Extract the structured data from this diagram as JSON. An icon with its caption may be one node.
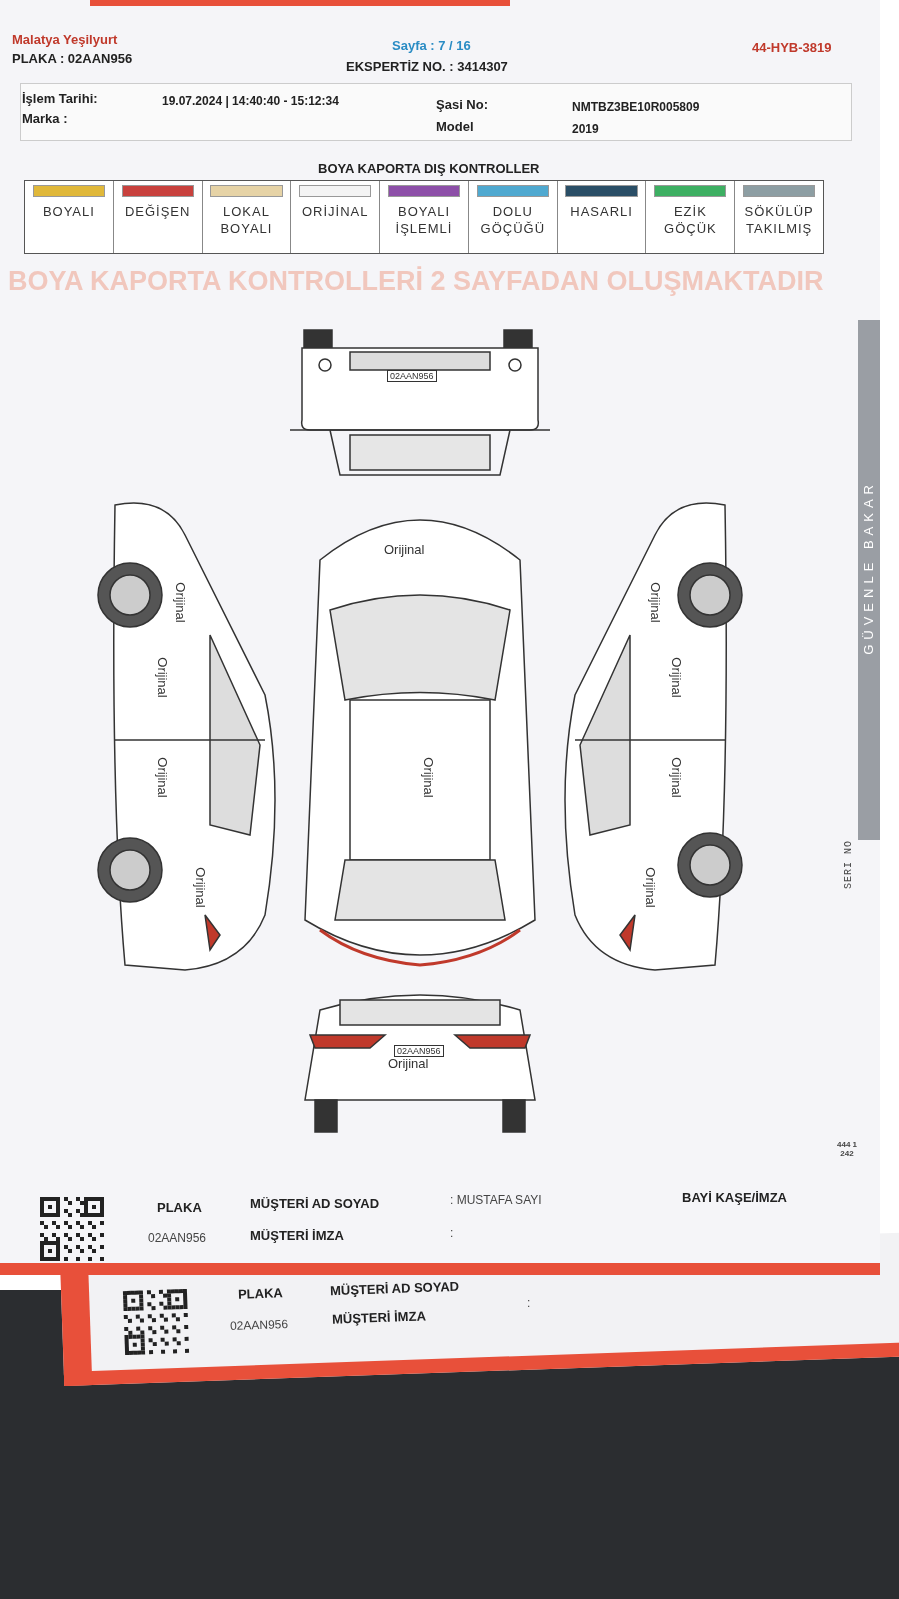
{
  "diagram": {
    "title": "BOYA KAPORTA DIŞ KONTROLLER",
    "labels": [
      "Malatya Yeşilyurt",
      "PLAKA : 02AAN956",
      "Sayfa : 7 / 16",
      "EKSPERTİZ NO. : 3414307",
      "44-HYB-3819",
      "İşlem Tarihi:",
      "19.07.2024 | 14:40:40 - 15:12:34",
      "Şasi No:",
      "NMTBZ3BE10R005809",
      "Marka :",
      "Model",
      "2019",
      "BOYA KAPORTA KONTROLLERİ 2 SAYFADAN OLUŞMAKTADIR",
      "02AAN956",
      "Orijinal",
      "Orijinal",
      "Orijinal",
      "Orijinal",
      "Orijinal",
      "Orijinal",
      "Orijinal",
      "Orijinal",
      "Orijinal",
      "Orijinal",
      "02AAN956",
      "Orijinal",
      "GÜVENLE BAKAR",
      "SERI NO",
      "444 1 242",
      "PLAKA",
      "02AAN956",
      "MÜŞTERİ AD SOYAD",
      ": MUSTAFA SAYI",
      "MÜŞTERİ İMZA",
      ":",
      "BAYİ KAŞE/İMZA",
      "PLAKA",
      "02AAN956",
      "MÜŞTERİ AD SOYAD",
      "MÜŞTERİ İMZA",
      ":"
    ],
    "legend": [
      {
        "text": "BOYALI",
        "color": "#e0b83a"
      },
      {
        "text": "DEĞİŞEN",
        "color": "#c8413d"
      },
      {
        "text": "LOKAL BOYALI",
        "color": "#e6d3a6"
      },
      {
        "text": "ORİJİNAL",
        "color": "#f4f4f4"
      },
      {
        "text": "BOYALI İŞLEMLİ",
        "color": "#8d4fa8"
      },
      {
        "text": "DOLU GÖÇÜĞÜ",
        "color": "#4fa9d0"
      },
      {
        "text": "HASARLI",
        "color": "#2a4e66"
      },
      {
        "text": "EZİK GÖÇÜK",
        "color": "#3daf62"
      },
      {
        "text": "SÖKÜLÜP TAKILMIŞ",
        "color": "#8d9ea3"
      }
    ]
  }
}
